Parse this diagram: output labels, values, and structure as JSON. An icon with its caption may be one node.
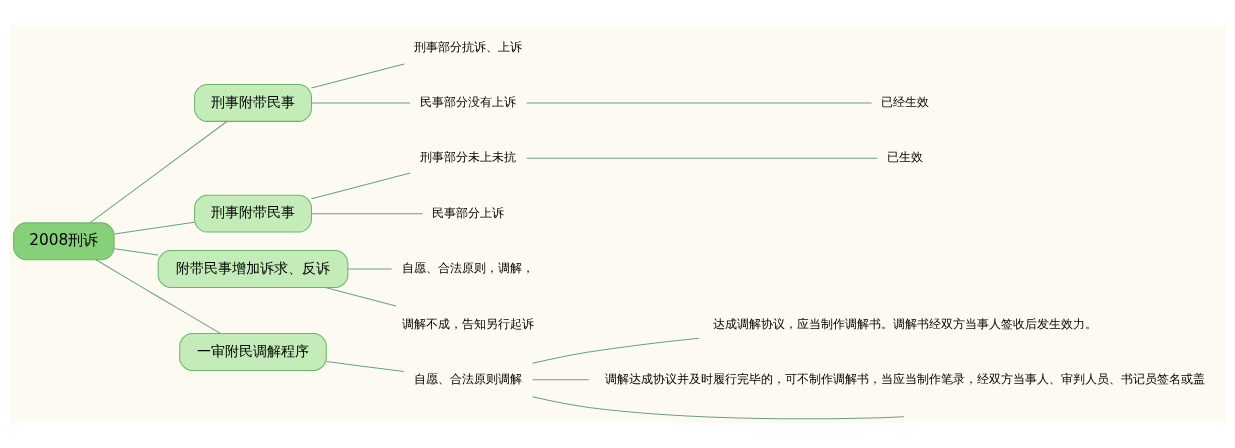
{
  "diagram": {
    "nodes": [
      {
        "text": [
          "2008刑诉"
        ]
      },
      {
        "text": [
          "刑事附带民事"
        ]
      },
      {
        "text": [
          "刑事部分抗诉、上诉"
        ]
      },
      {
        "text": [
          "民事部分没有上诉"
        ]
      },
      {
        "text": [
          "已经生效"
        ]
      },
      {
        "text": [
          "刑事附带民事"
        ]
      },
      {
        "text": [
          "刑事部分未上未抗"
        ]
      },
      {
        "text": [
          "已生效"
        ]
      },
      {
        "text": [
          "民事部分上诉"
        ]
      },
      {
        "text": [
          "附带民事增加诉求、反诉"
        ]
      },
      {
        "text": [
          "自愿、合法原则，调解，"
        ]
      },
      {
        "text": [
          "调解不成，告知另行起诉"
        ]
      },
      {
        "text": [
          "一审附民调解程序"
        ]
      },
      {
        "text": [
          "自愿、合法原则调解"
        ]
      },
      {
        "text": [
          "达成调解协议，应当制作调解书。调解书经双方当事人签收后发生效力。"
        ]
      },
      {
        "text": [
          "调解达成协议并及时履行完毕的，可不制作调解书，当应当制作笔录，经双方当事人、审判人员、书记员签名或盖"
        ]
      }
    ],
    "edges": [
      {
        "from": 0,
        "to": 1,
        "arrow": "none"
      },
      {
        "from": 1,
        "to": 2,
        "arrow": "none"
      },
      {
        "from": 1,
        "to": 3,
        "arrow": "none"
      },
      {
        "from": 3,
        "to": 4,
        "arrow": "none"
      },
      {
        "from": 0,
        "to": 5,
        "arrow": "none"
      },
      {
        "from": 5,
        "to": 6,
        "arrow": "none"
      },
      {
        "from": 6,
        "to": 7,
        "arrow": "none"
      },
      {
        "from": 5,
        "to": 8,
        "arrow": "none"
      },
      {
        "from": 0,
        "to": 9,
        "arrow": "none"
      },
      {
        "from": 9,
        "to": 10,
        "arrow": "none"
      },
      {
        "from": 9,
        "to": 11,
        "arrow": "none"
      },
      {
        "from": 0,
        "to": 12,
        "arrow": "none"
      },
      {
        "from": 12,
        "to": 13,
        "arrow": "none"
      },
      {
        "from": 13,
        "to": 14,
        "arrow": "none"
      },
      {
        "from": 13,
        "to": 15,
        "arrow": "none"
      },
      {
        "from": 13,
        "to": null,
        "arrow": "none"
      }
    ]
  }
}
